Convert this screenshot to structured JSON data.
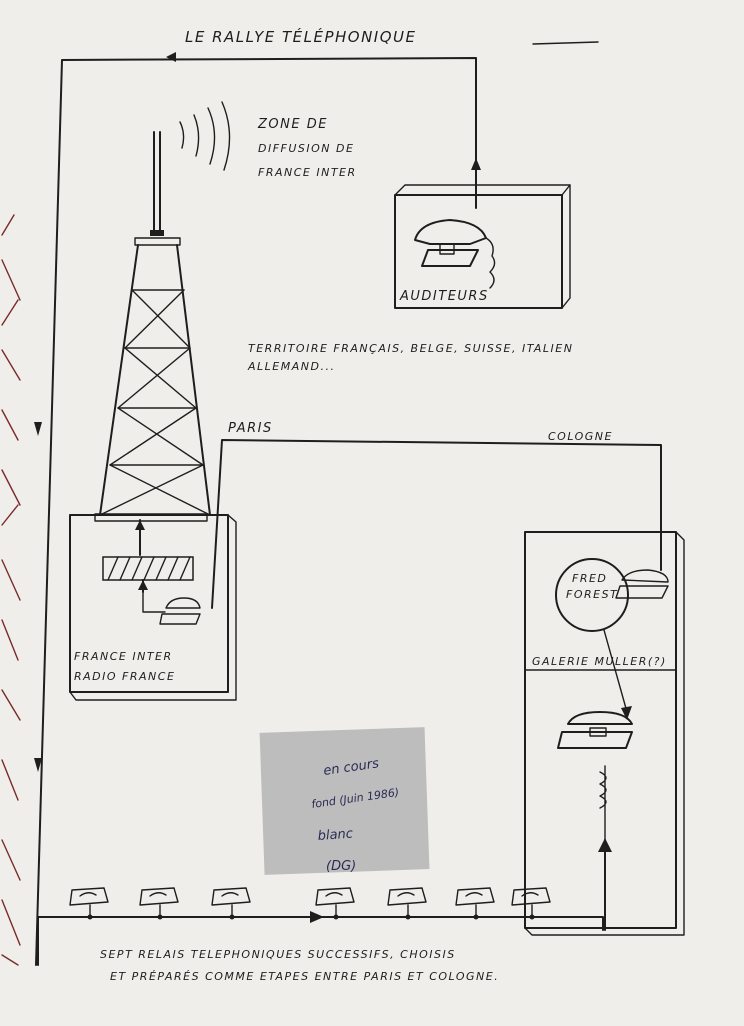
{
  "title": "LE RALLYE TÉLÉPHONIQUE",
  "broadcast_zone": {
    "lines": [
      "ZONE DE",
      "DIFFUSION DE",
      "FRANCE INTER"
    ]
  },
  "listeners": {
    "label": "AUDITEURS",
    "territory_line1": "TERRITOIRE FRANÇAIS, BELGE, SUISSE, ITALIEN",
    "territory_line2": "ALLEMAND..."
  },
  "cities": {
    "paris": "PARIS",
    "cologne": "COLOGNE"
  },
  "radio_station": {
    "line1": "FRANCE INTER",
    "line2": "RADIO FRANCE"
  },
  "gallery": {
    "artist_line1": "FRED",
    "artist_line2": "FOREST",
    "gallery_label": "GALERIE MULLER(?)"
  },
  "paper_note": {
    "lines": [
      "en cours",
      "fond (Juin 1986)",
      "blanc",
      "(DG)"
    ]
  },
  "relays": {
    "count_shown": 7,
    "caption_line1": "SEPT RELAIS TELEPHONIQUES SUCCESSIFS, CHOISIS",
    "caption_line2": "ET PRÉPARÉS COMME ETAPES ENTRE PARIS ET COLOGNE."
  },
  "colors": {
    "paper": "#efeeea",
    "ink": "#1e1e1e",
    "note_paper": "#bdbdbd",
    "margin_red": "#7a2a2a"
  }
}
